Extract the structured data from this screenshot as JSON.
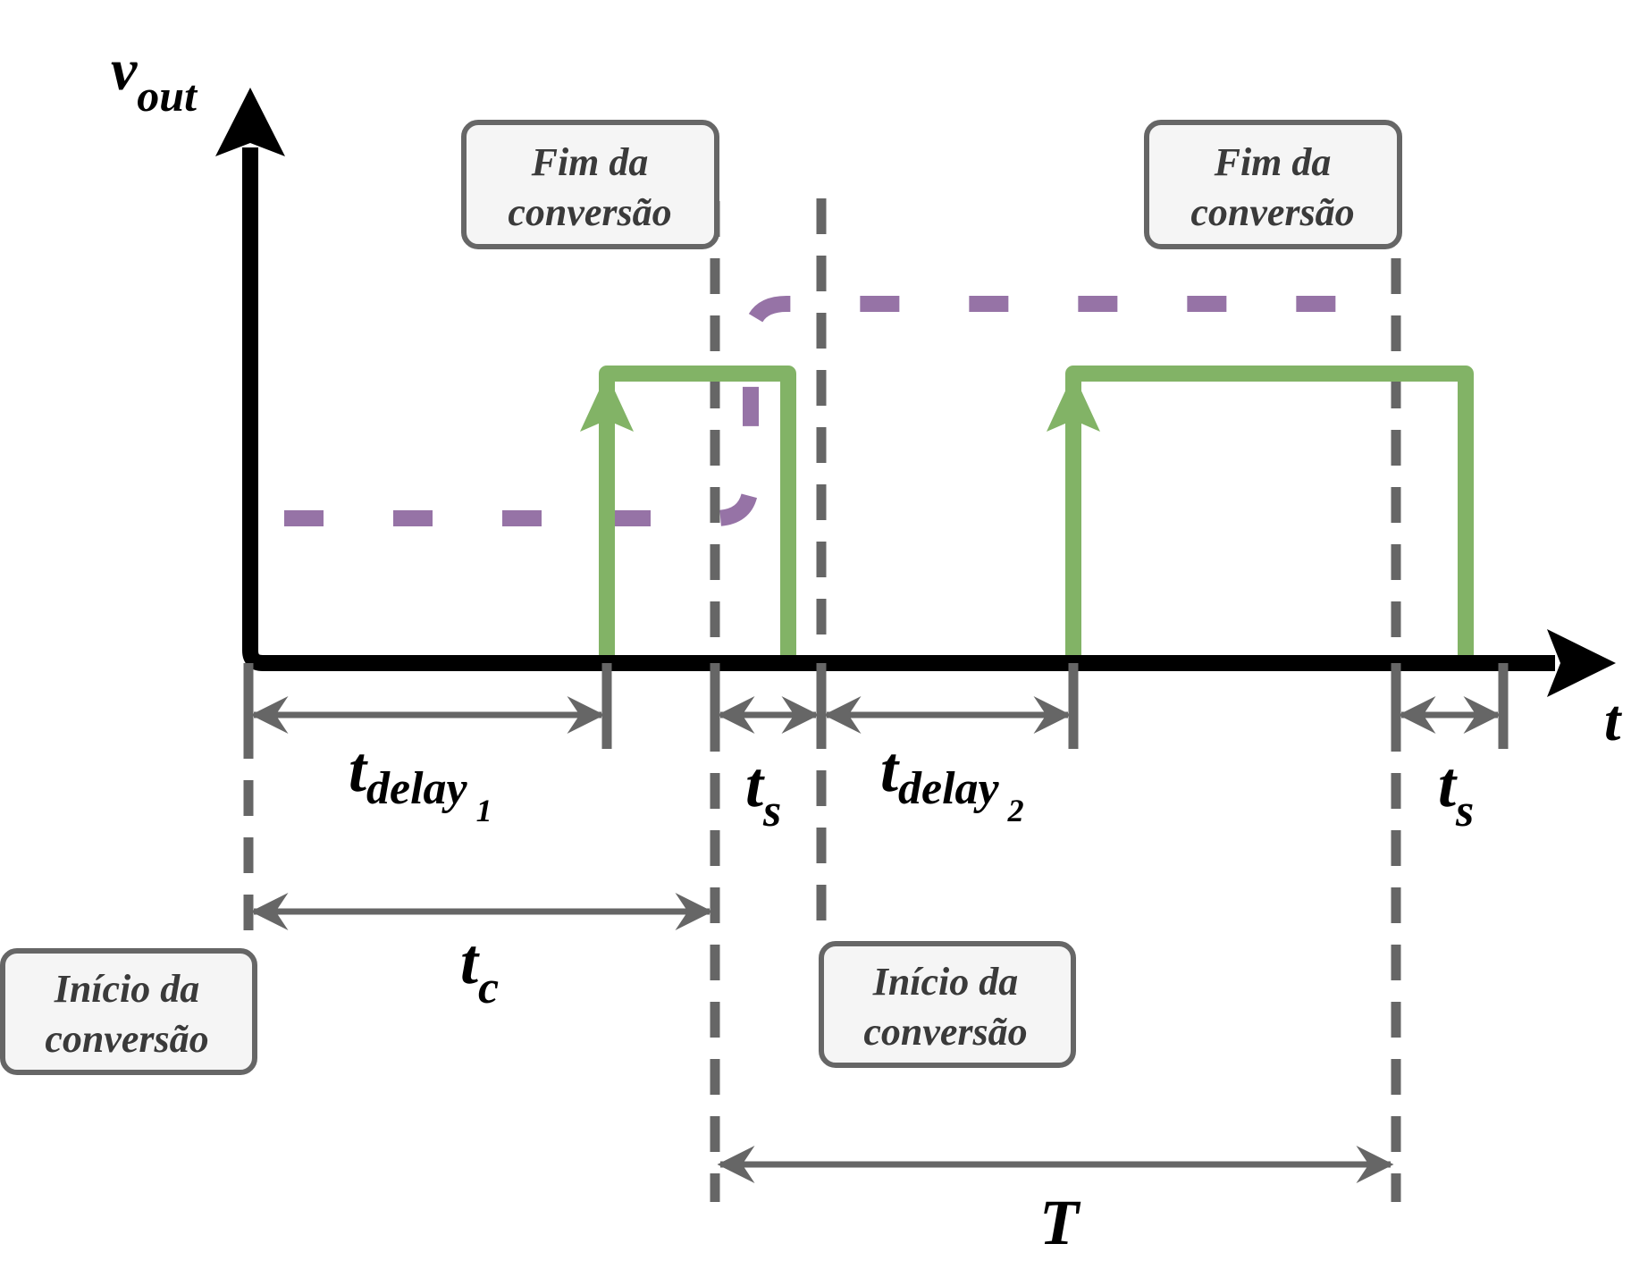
{
  "axes": {
    "y_label_main": "v",
    "y_label_sub": "out",
    "x_label": "t"
  },
  "boxes": {
    "fim_1": {
      "line1": "Fim da",
      "line2": "conversão"
    },
    "fim_2": {
      "line1": "Fim da",
      "line2": "conversão"
    },
    "inicio_1": {
      "line1": "Início da",
      "line2": "conversão"
    },
    "inicio_2": {
      "line1": "Início da",
      "line2": "conversão"
    }
  },
  "intervals": {
    "t_delay_1": {
      "main": "t",
      "sub": "delay",
      "subsub": "1"
    },
    "t_s_1": {
      "main": "t",
      "sub": "s"
    },
    "t_delay_2": {
      "main": "t",
      "sub": "delay",
      "subsub": "2"
    },
    "t_s_2": {
      "main": "t",
      "sub": "s"
    },
    "t_c": {
      "main": "t",
      "sub": "c"
    },
    "T": {
      "main": "T"
    }
  },
  "colors": {
    "axis": "#000000",
    "pulse": "#82b366",
    "output": "#9673a6",
    "marker": "#666666",
    "box_fill": "#f5f5f5",
    "box_stroke": "#666666"
  }
}
